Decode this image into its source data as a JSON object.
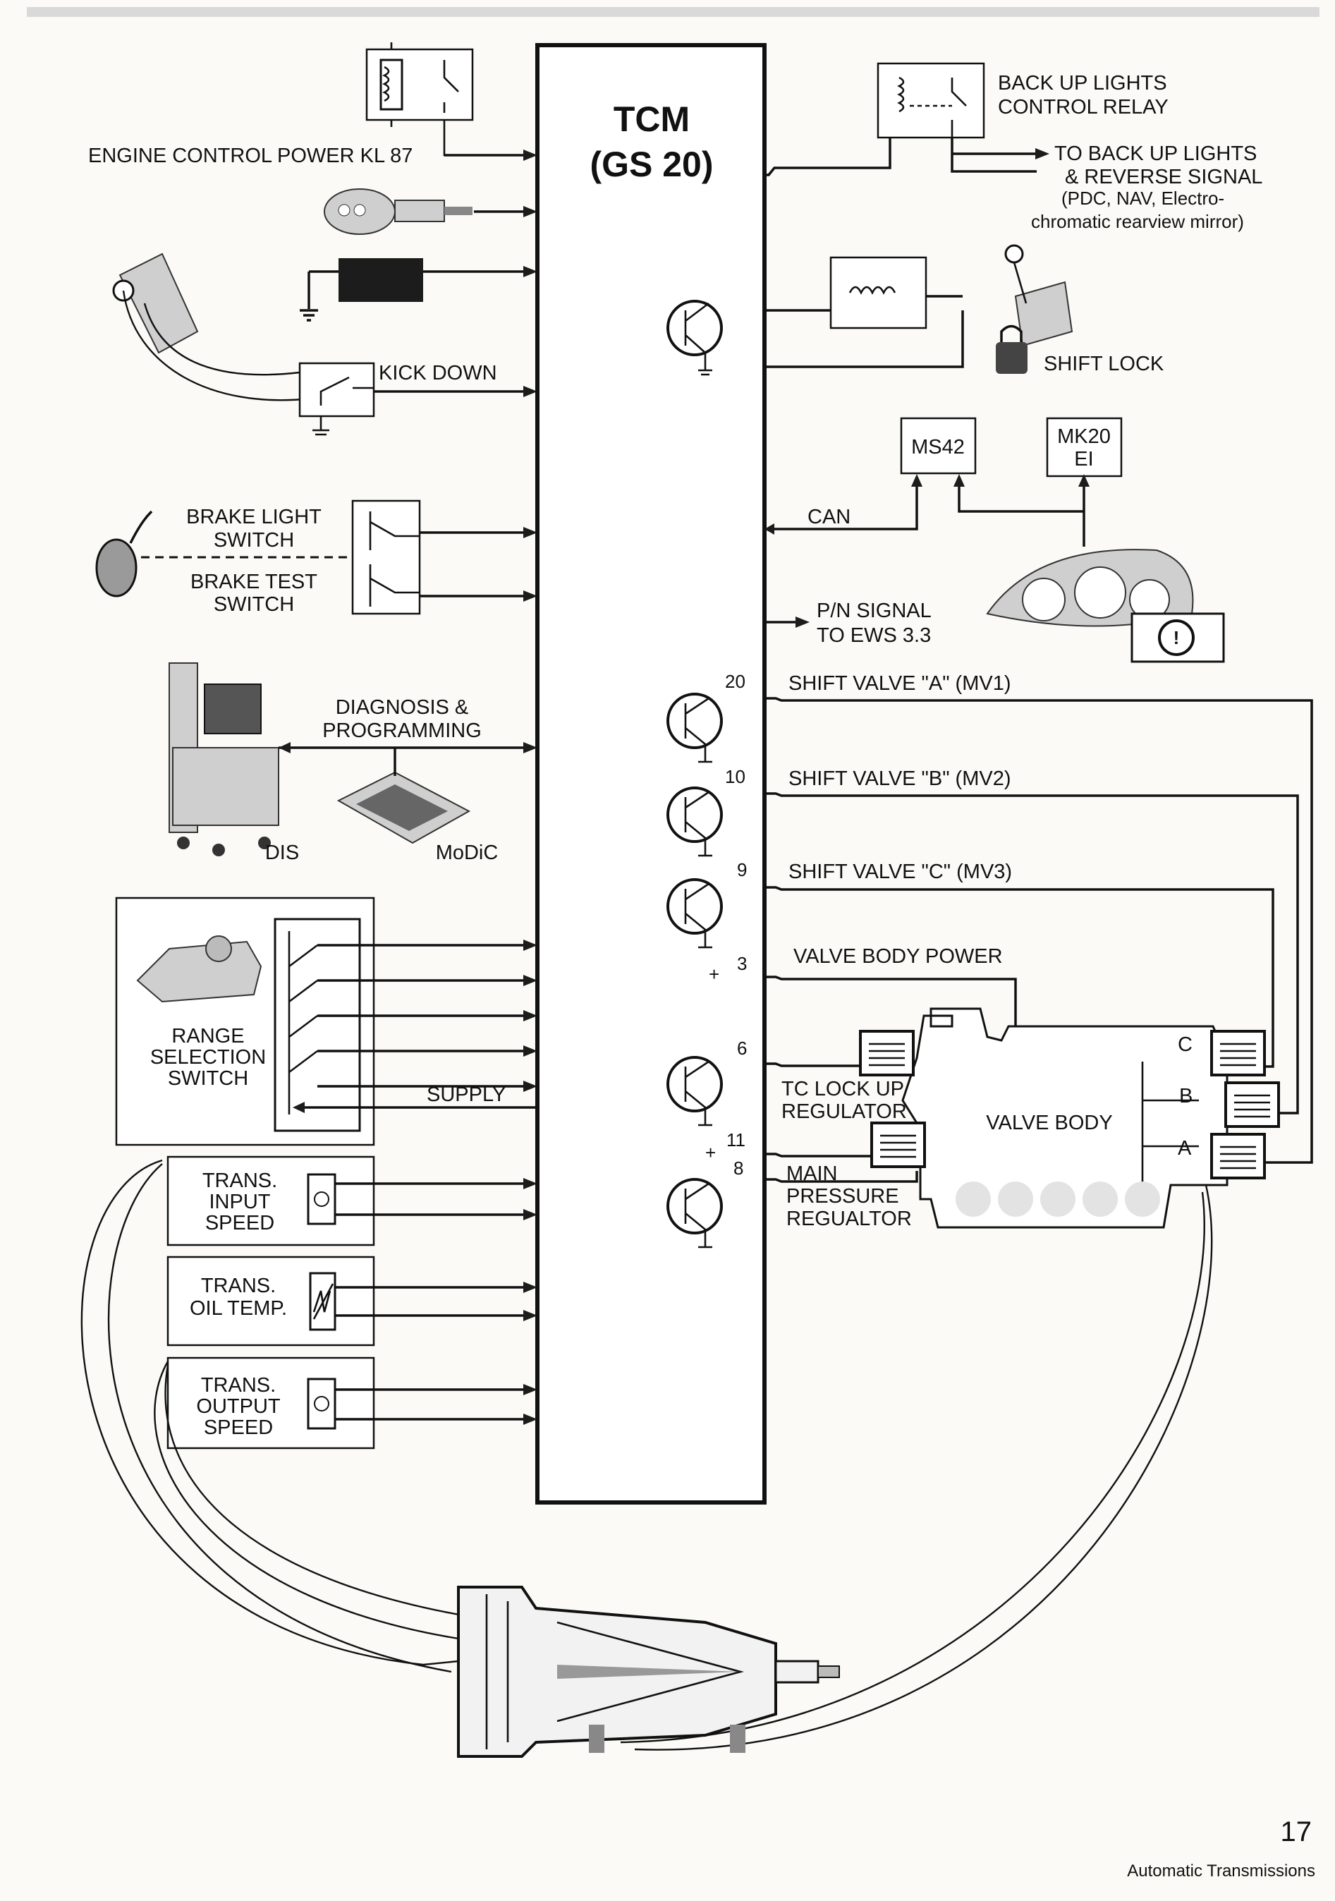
{
  "tcm": {
    "line1": "TCM",
    "line2": "(GS 20)"
  },
  "inputs": {
    "engine_power": "ENGINE CONTROL POWER KL 87",
    "kick_down": "KICK DOWN",
    "brake_light": [
      "BRAKE LIGHT",
      "SWITCH"
    ],
    "brake_test": [
      "BRAKE TEST",
      "SWITCH"
    ],
    "diagnosis": [
      "DIAGNOSIS &",
      "PROGRAMMING"
    ],
    "dis": "DIS",
    "modic": "MoDiC",
    "range_switch": [
      "RANGE",
      "SELECTION",
      "SWITCH"
    ],
    "supply": "SUPPLY",
    "input_speed": [
      "TRANS.",
      "INPUT",
      "SPEED"
    ],
    "oil_temp": [
      "TRANS.",
      "OIL TEMP."
    ],
    "output_speed": [
      "TRANS.",
      "OUTPUT",
      "SPEED"
    ]
  },
  "outputs": {
    "backup_relay": [
      "BACK UP LIGHTS",
      "CONTROL RELAY"
    ],
    "backup_signal": [
      "TO BACK UP LIGHTS",
      "& REVERSE SIGNAL",
      "(PDC, NAV, Electro-",
      "chromatic rearview mirror)"
    ],
    "shift_lock": "SHIFT LOCK",
    "ms42": "MS42",
    "mk20": [
      "MK20",
      "EI"
    ],
    "can": "CAN",
    "pn_signal": [
      "P/N SIGNAL",
      "TO EWS 3.3"
    ],
    "shift_valve_a": {
      "pin": "20",
      "label": "SHIFT VALVE \"A\" (MV1)"
    },
    "shift_valve_b": {
      "pin": "10",
      "label": "SHIFT VALVE \"B\" (MV2)"
    },
    "shift_valve_c": {
      "pin": "9",
      "label": "SHIFT VALVE \"C\" (MV3)"
    },
    "valve_body_power": {
      "pin": "3",
      "label": "VALVE BODY POWER",
      "sign": "+"
    },
    "tc_lockup": {
      "pin": "6",
      "label": [
        "TC LOCK UP",
        "REGULATOR"
      ]
    },
    "main_pressure": {
      "pin_plus": "11",
      "pin": "8",
      "sign": "+",
      "label": [
        "MAIN",
        "PRESSURE",
        "REGUALTOR"
      ]
    },
    "valve_body": "VALVE BODY",
    "valve_letters": [
      "C",
      "B",
      "A"
    ]
  },
  "footer": {
    "page_number": "17",
    "section": "Automatic Transmissions"
  }
}
